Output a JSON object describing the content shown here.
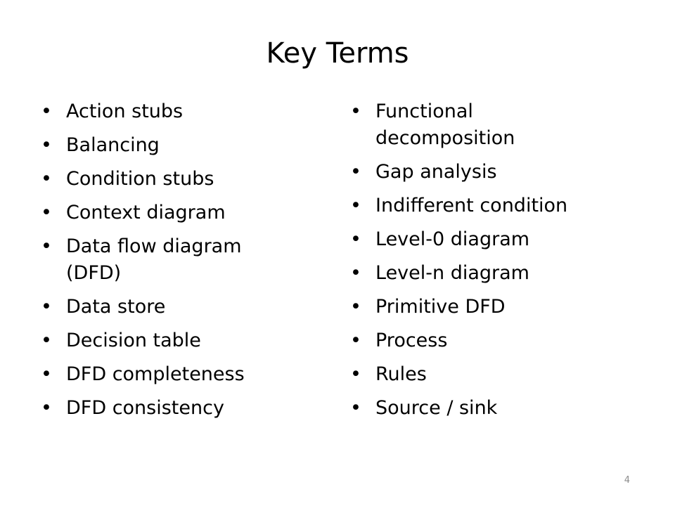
{
  "title": "Key Terms",
  "bullet_glyph": "•",
  "left_column": [
    "Action stubs",
    "Balancing",
    "Condition stubs",
    "Context diagram",
    "Data flow diagram (DFD)",
    "Data store",
    "Decision table",
    "DFD completeness",
    "DFD consistency"
  ],
  "right_column": [
    "Functional decomposition",
    "Gap analysis",
    "Indifferent condition",
    "Level-0 diagram",
    "Level-n diagram",
    "Primitive DFD",
    "Process",
    "Rules",
    "Source / sink"
  ],
  "page_number": "4"
}
